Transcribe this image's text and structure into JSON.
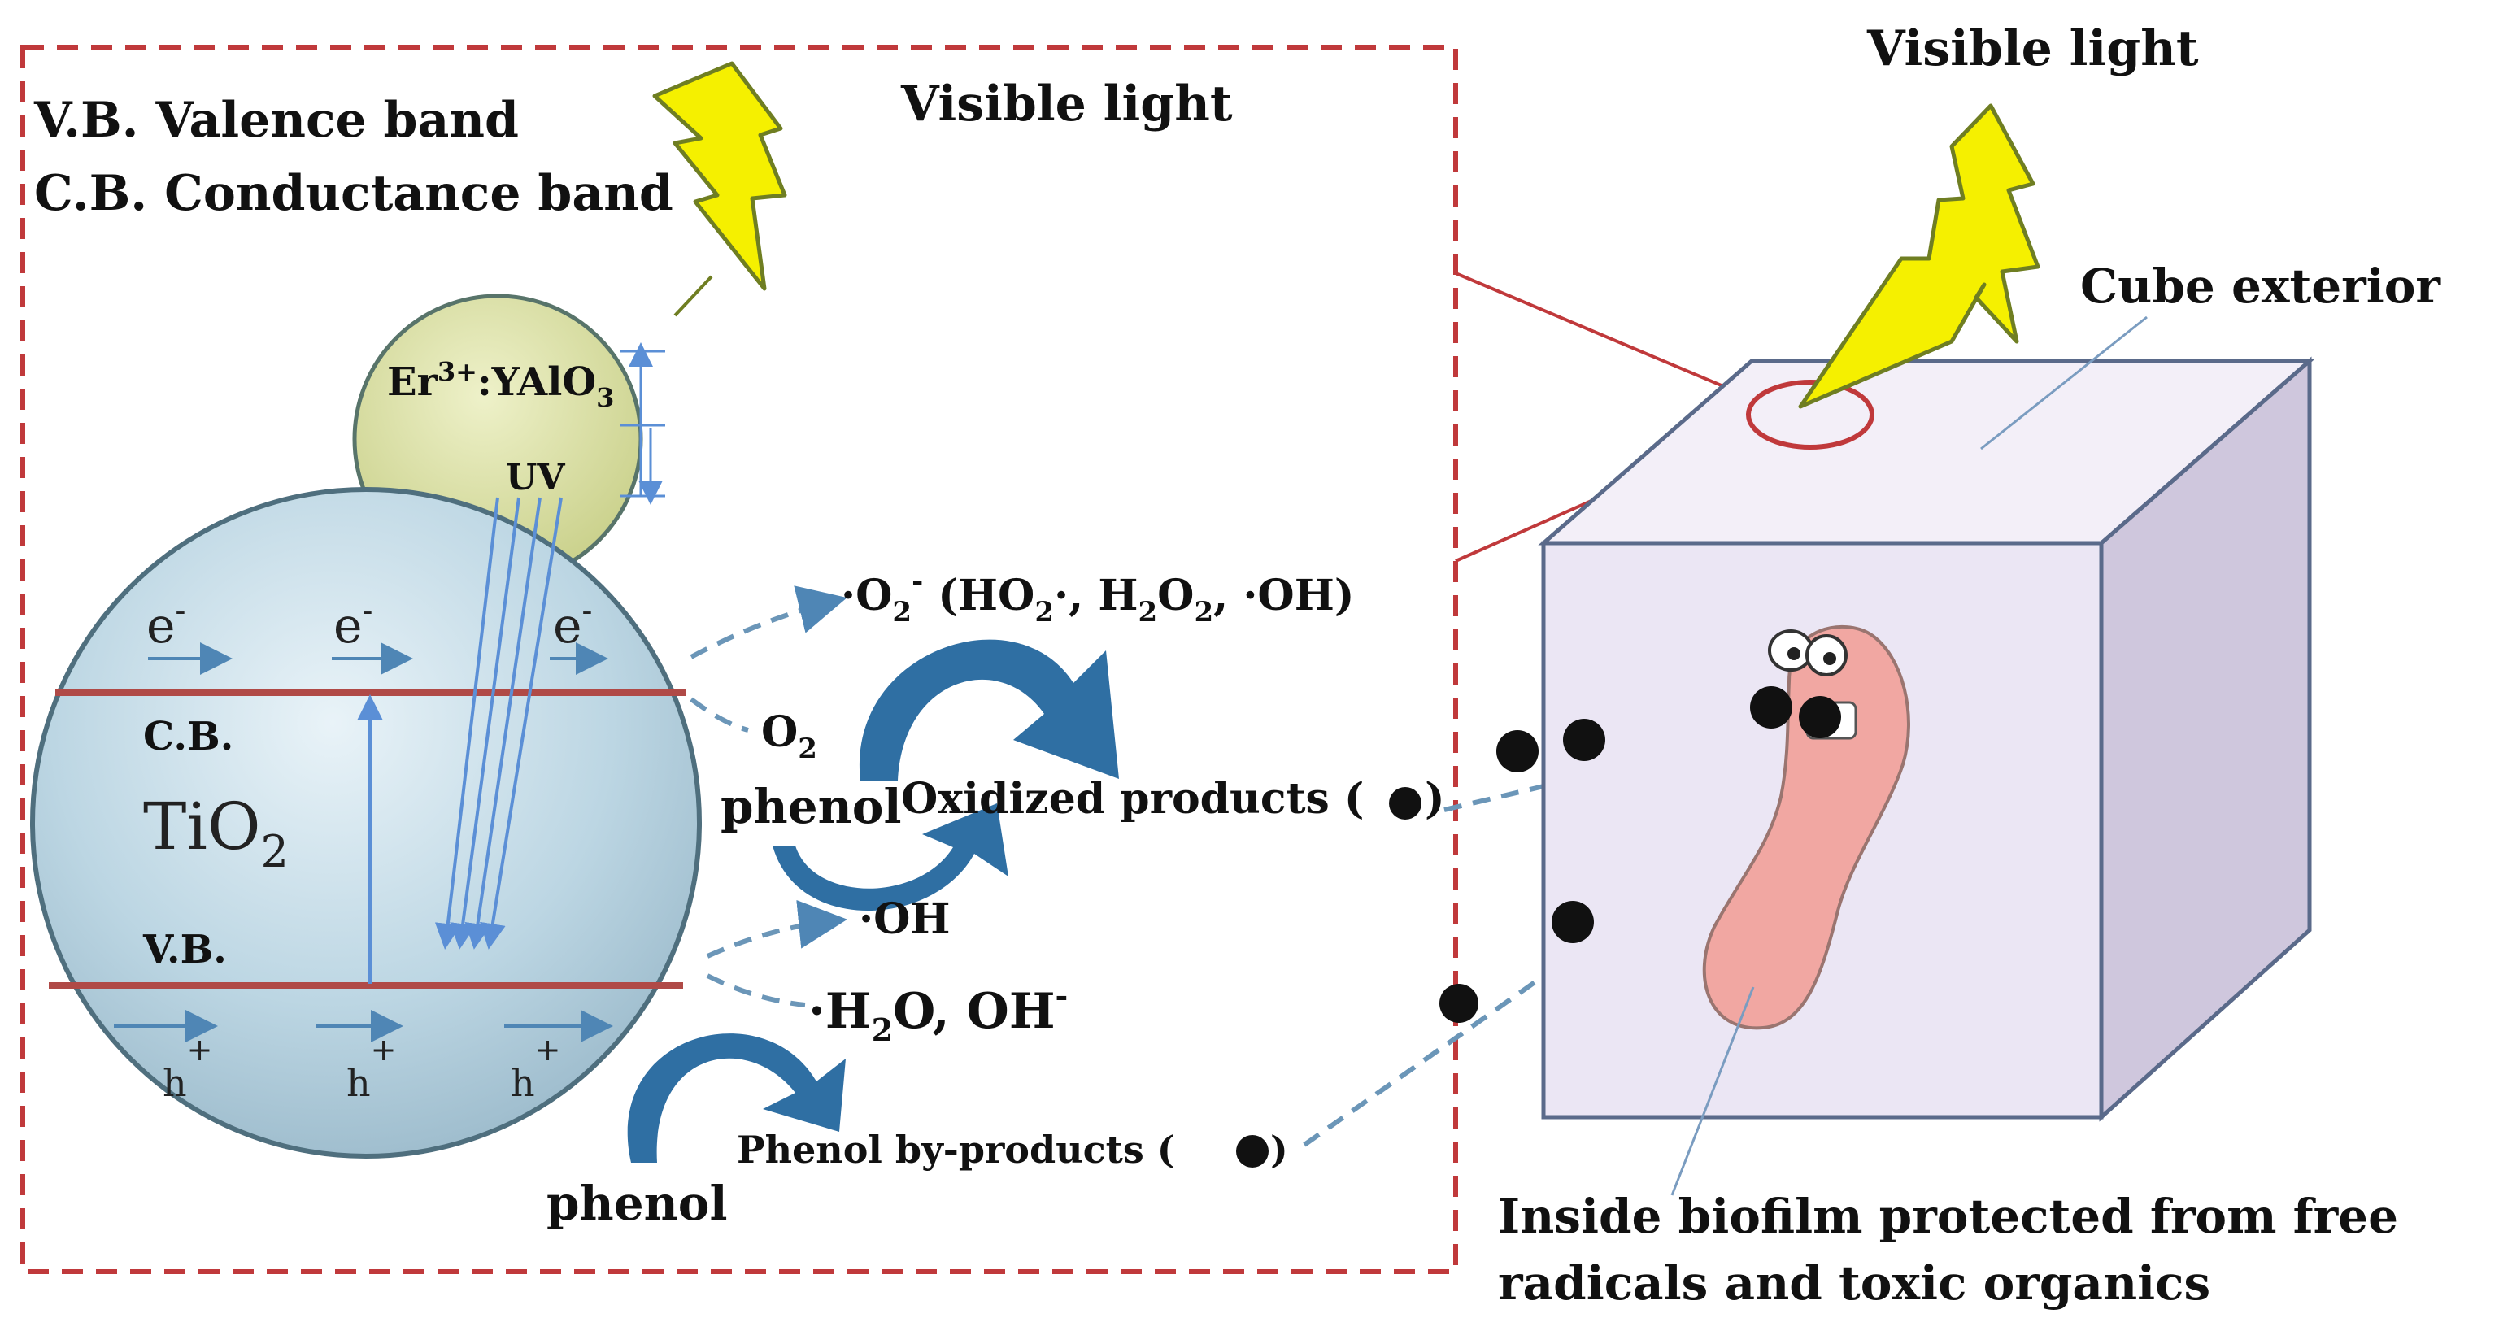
{
  "legend": {
    "vb": "V.B. Valence band",
    "cb": "C.B. Conductance band"
  },
  "light": {
    "label_left": "Visible light",
    "label_right": "Visible light"
  },
  "cube": {
    "exterior_label": "Cube exterior",
    "biofilm_label_line1": "Inside biofilm protected from free",
    "biofilm_label_line2": "radicals and toxic organics"
  },
  "small_sphere": {
    "base": "Er",
    "sup": "3+",
    "rest": ":YAlO",
    "sub": "3",
    "uv": "UV"
  },
  "tio2_sphere": {
    "electron": "e",
    "electron_sup": "-",
    "hole": "h",
    "hole_sup": "+",
    "cb": "C.B.",
    "vb": "V.B.",
    "ti": "TiO",
    "ti_sub": "2"
  },
  "reactions": {
    "superoxide": {
      "o": "·O",
      "o_sub": "2",
      "o_sup": "-",
      "paren_open": " (HO",
      "ho_sub": "2",
      "ho_tail": "·, H",
      "h_sub": "2",
      "o2_mid": "O",
      "o2_sub": "2",
      "tail": ", ·OH)"
    },
    "oxygen": {
      "o": "O",
      "sub": "2"
    },
    "phenol_mid": "phenol",
    "oxidized": "Oxidized products (",
    "oxidized_close": ")",
    "hydroxyl": "·OH",
    "water": {
      "h": "·H",
      "sub": "2",
      "tail": "O, OH",
      "sup": "-"
    },
    "byproducts": "Phenol by-products (",
    "byproducts_close": ")",
    "phenol_bottom": "phenol"
  },
  "colors": {
    "frame": "#c0393b",
    "lightning": "#f5f000",
    "lightning_edge": "#6f7e22",
    "arrow": "#2f6fa3",
    "dashed": "#6b96b8",
    "band": "#b04a47",
    "sphere": "#b9d3e0",
    "small_sphere": "#d9dea3",
    "cube_front": "#ebe6f4",
    "cube_side": "#cfc7dd",
    "bacterium": "#f1a7a2"
  }
}
